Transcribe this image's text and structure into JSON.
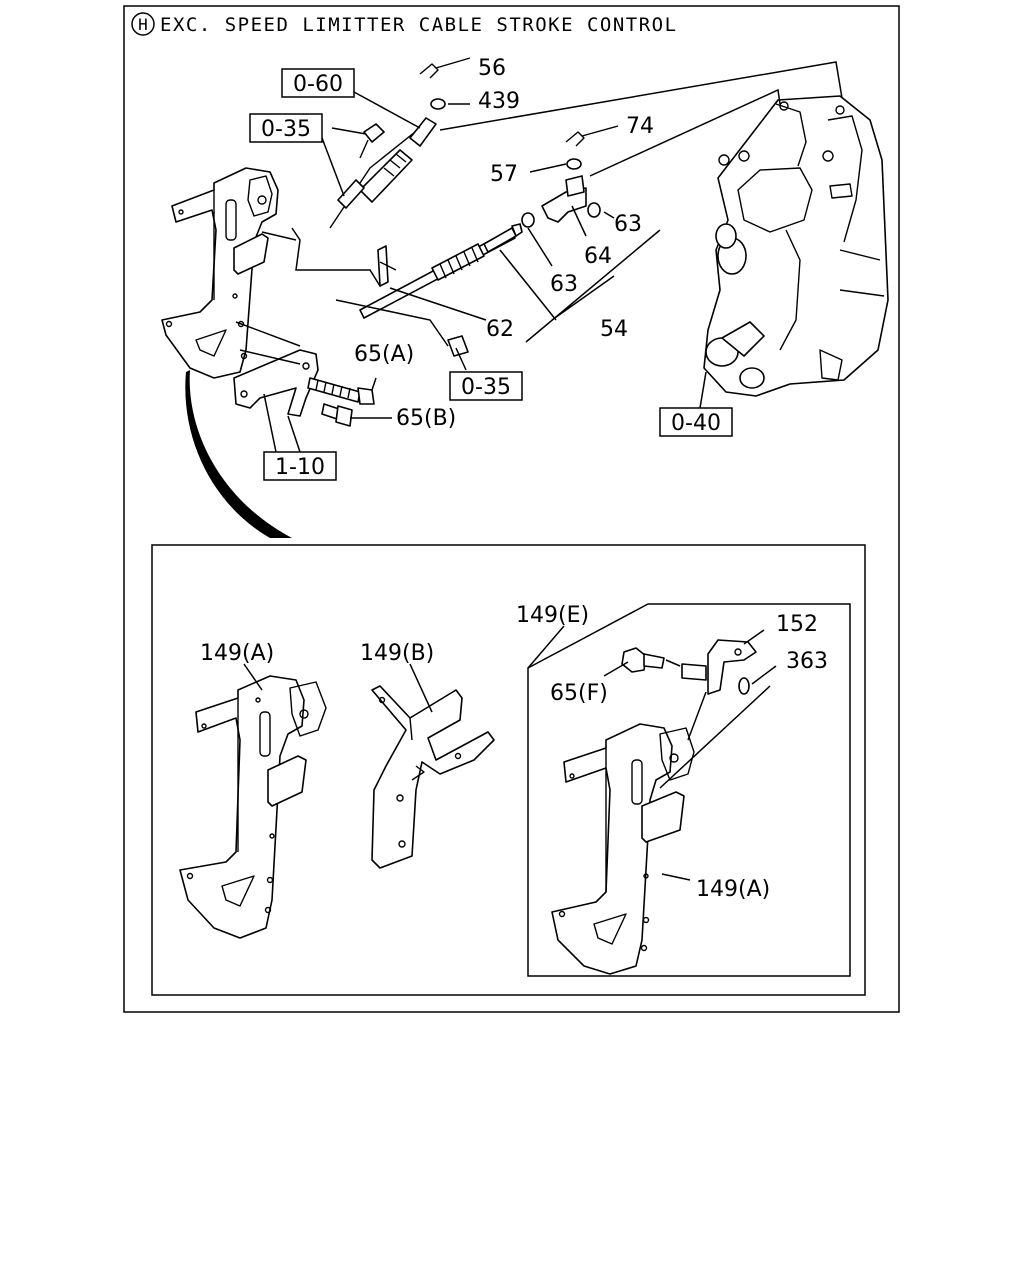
{
  "header": {
    "circle_letter": "H",
    "title": "EXC. SPEED LIMITTER CABLE STROKE CONTROL"
  },
  "ref_boxes": {
    "ref_0_60": "0-60",
    "ref_0_35_top": "0-35",
    "ref_0_35_mid": "0-35",
    "ref_0_40": "0-40",
    "ref_1_10": "1-10"
  },
  "callouts": {
    "p56": "56",
    "p439": "439",
    "p74": "74",
    "p57": "57",
    "p63a": "63",
    "p64": "64",
    "p63b": "63",
    "p62": "62",
    "p54": "54",
    "p65a": "65(A)",
    "p65b": "65(B)"
  },
  "inset": {
    "p149a_left": "149(A)",
    "p149b": "149(B)",
    "p149e": "149(E)",
    "p152": "152",
    "p363": "363",
    "p65f": "65(F)",
    "p149a_right": "149(A)"
  }
}
